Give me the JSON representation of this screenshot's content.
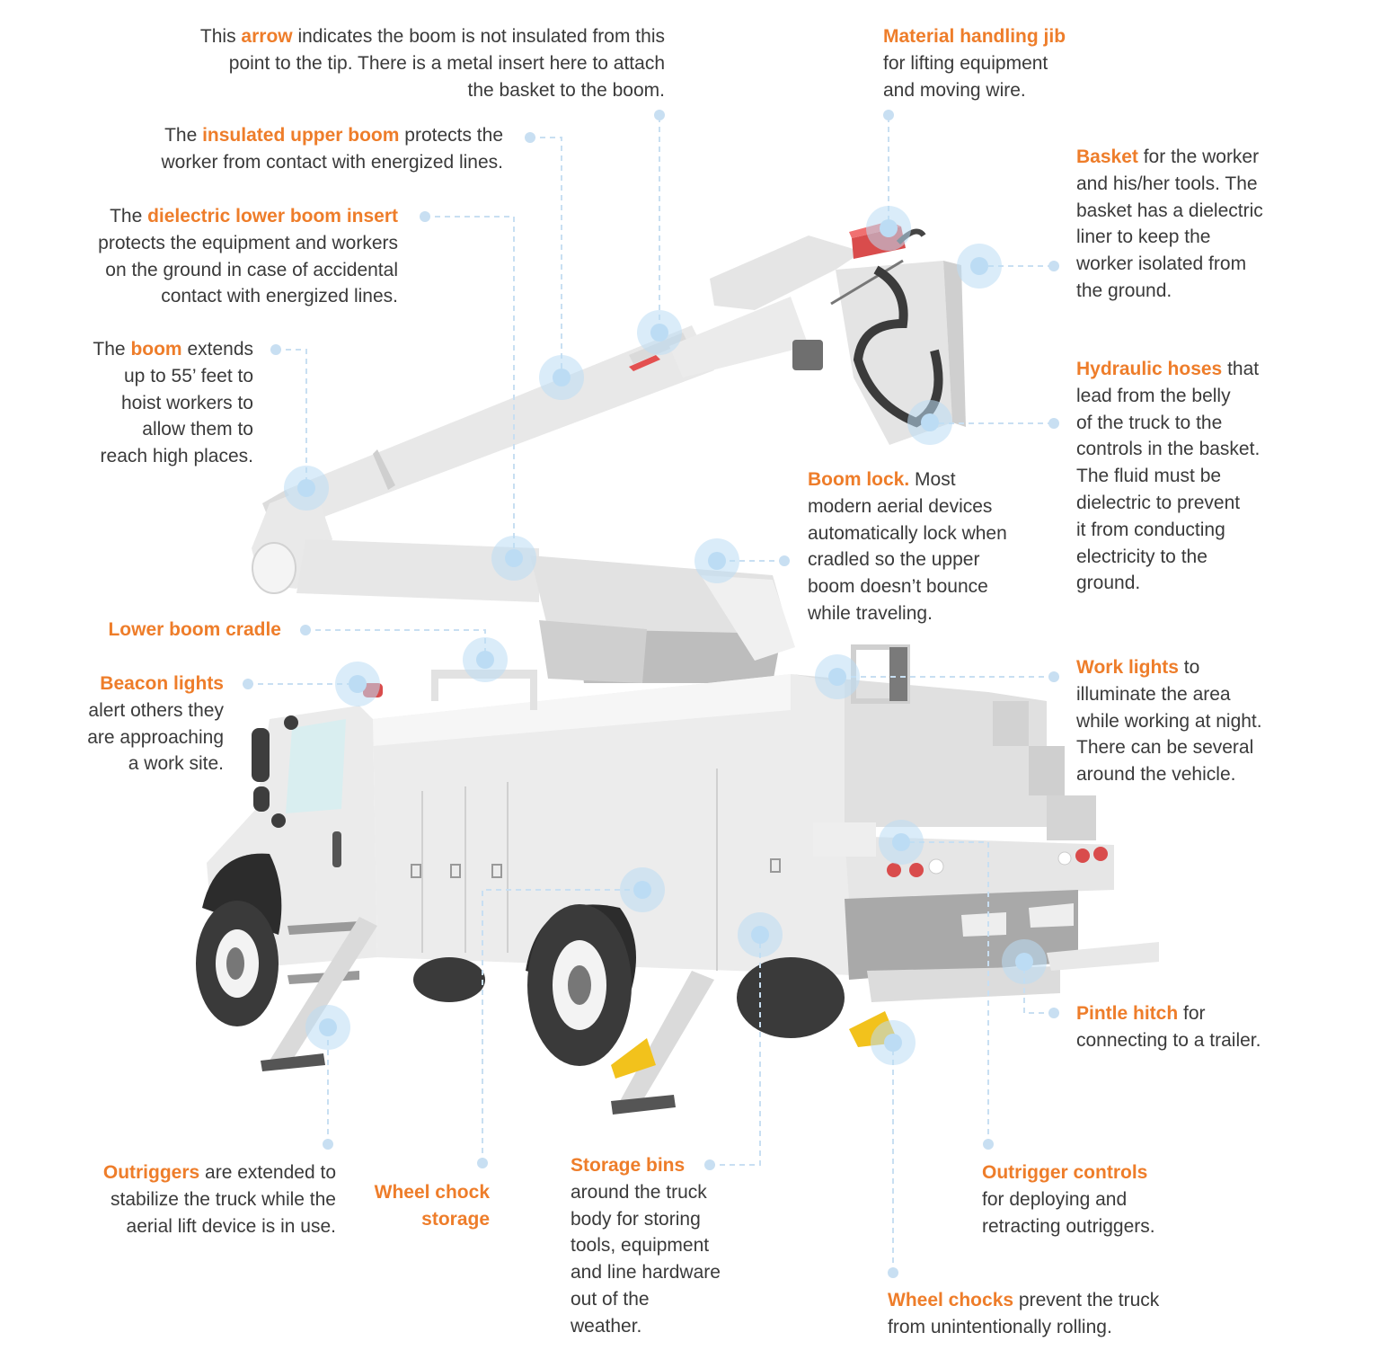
{
  "colors": {
    "highlight": "#ee7d2a",
    "body_text": "#3a3a3a",
    "leader_line": "#c8dff2",
    "hotspot": "#bcdcf4",
    "truck_body": "#ececec",
    "beacon_red": "#d94c4c",
    "chock_yellow": "#f2c21c"
  },
  "labels": {
    "arrow": {
      "pre": "This ",
      "highlight": "arrow",
      "lines": [
        " indicates the boom is not insulated from this",
        "point to the tip. There is a metal insert here to attach",
        "the basket to the boom."
      ]
    },
    "jib": {
      "highlight": "Material handling jib",
      "lines": [
        "for lifting equipment",
        "and moving wire."
      ]
    },
    "insulated_upper_boom": {
      "pre": "The ",
      "highlight": "insulated upper boom",
      "lines": [
        " protects the",
        "worker from contact with energized lines."
      ]
    },
    "basket": {
      "highlight": "Basket",
      "lines": [
        " for the worker",
        "and his/her tools. The",
        "basket has a dielectric",
        "liner to keep the",
        "worker isolated from",
        "the ground."
      ]
    },
    "dielectric_insert": {
      "pre": "The ",
      "highlight": "dielectric lower boom insert",
      "lines": [
        "protects the equipment and workers",
        "on the ground in case of accidental",
        "contact with energized lines."
      ]
    },
    "boom": {
      "pre": "The ",
      "highlight": "boom",
      "lines": [
        " extends",
        "up to 55’ feet to",
        "hoist workers to",
        "allow them to",
        "reach high places."
      ]
    },
    "hoses": {
      "highlight": "Hydraulic hoses",
      "lines": [
        " that",
        "lead from the belly",
        "of the truck to the",
        "controls in the basket.",
        "The fluid must be",
        "dielectric to prevent",
        "it from conducting",
        "electricity to the",
        "ground."
      ]
    },
    "boom_lock": {
      "highlight": "Boom lock.",
      "lines": [
        " Most",
        "modern aerial devices",
        "automatically lock when",
        "cradled so the upper",
        "boom doesn’t bounce",
        "while traveling."
      ]
    },
    "cradle": {
      "highlight": "Lower boom cradle"
    },
    "beacon": {
      "highlight": "Beacon lights",
      "lines": [
        "alert others they",
        "are approaching",
        "a work site."
      ]
    },
    "work_lights": {
      "highlight": "Work lights",
      "lines": [
        " to",
        "illuminate the area",
        "while working at night.",
        "There can be several",
        "around the vehicle."
      ]
    },
    "pintle": {
      "highlight": "Pintle hitch",
      "lines": [
        " for",
        "connecting to a trailer."
      ]
    },
    "outriggers": {
      "highlight": "Outriggers",
      "lines": [
        " are extended to",
        "stabilize the truck while the",
        "aerial lift device is in use."
      ]
    },
    "chock_storage": {
      "lines": [
        "Wheel chock",
        "storage"
      ]
    },
    "storage_bins": {
      "highlight": "Storage bins",
      "lines": [
        "around the truck",
        "body for storing",
        "tools, equipment",
        "and line hardware",
        "out of the",
        "weather."
      ]
    },
    "outrigger_controls": {
      "highlight": "Outrigger controls",
      "lines": [
        "for deploying and",
        "retracting outriggers."
      ]
    },
    "wheel_chocks": {
      "highlight": "Wheel chocks",
      "lines": [
        " prevent the truck",
        "from unintentionally rolling."
      ]
    }
  }
}
